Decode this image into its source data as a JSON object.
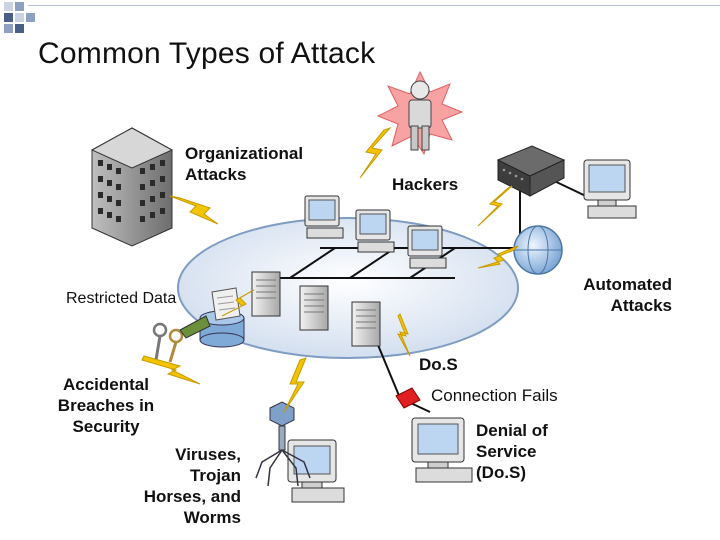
{
  "slide": {
    "title": "Common Types of Attack"
  },
  "labels": {
    "organizational_attacks": "Organizational Attacks",
    "hackers": "Hackers",
    "automated_attacks": "Automated Attacks",
    "restricted_data": "Restricted Data",
    "dos": "Do.S",
    "connection_fails": "Connection Fails",
    "accidental_breaches": "Accidental Breaches in Security",
    "denial_of_service": "Denial of Service (Do.S)",
    "viruses": "Viruses, Trojan Horses, and Worms"
  },
  "colors": {
    "accent_square_dark": "#4a5f86",
    "accent_square_light": "#c9d3e4",
    "lightning": "#f2c500",
    "network_ellipse": "#d7e4f3",
    "starburst": "#f7a3a3"
  }
}
